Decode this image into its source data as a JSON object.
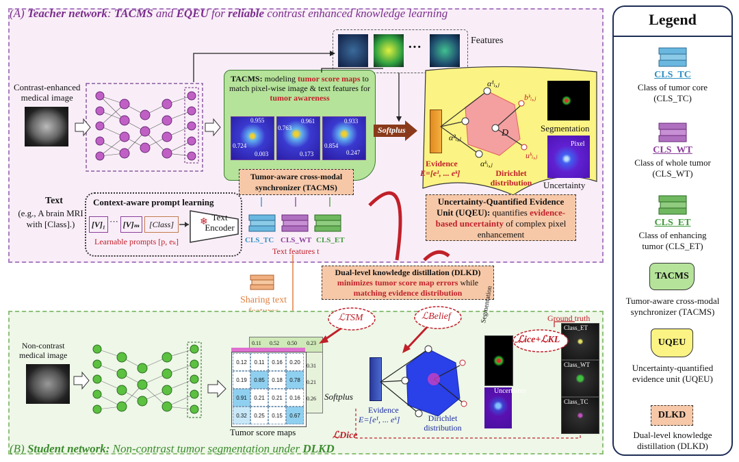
{
  "panel_a": {
    "title_prefix": "(A) ",
    "title_bold1": "Teacher network",
    "title_mid1": ": ",
    "title_bold2": "TACMS",
    "title_mid2": " and ",
    "title_bold3": "EQEU",
    "title_mid3": " for ",
    "title_bold4": "reliable",
    "title_end": " contrast enhanced knowledge learning",
    "input_label": "Contrast-enhanced\nmedical image",
    "features_label": "Features",
    "tacms_desc_b": "TACMS:",
    "tacms_desc_1": " modeling ",
    "tacms_desc_r1": "tumor score maps",
    "tacms_desc_2": " to match pixel-wise image & text features for ",
    "tacms_desc_r2": "tumor awareness",
    "score_values": [
      "0.955",
      "0.724",
      "0.003",
      "0.763",
      "0.961",
      "0.173",
      "0.933",
      "0.854",
      "0.247"
    ],
    "tacms_box": "Tumor-aware cross-modal synchronizer (TACMS)",
    "softplus": "Softplus",
    "evidence_label": "Evidence",
    "evidence_formula": "E=[e¹, ... eᵏ]",
    "dirichlet_label": "Dirichlet distribution",
    "segmentation_label": "Segmentation",
    "uncertainty_label": "Uncertainty",
    "pixel_label": "Pixel",
    "uqeu_title": "Uncertainty-Quantified Evidence Unit (UQEU):",
    "uqeu_desc1": " quantifies ",
    "uqeu_red": "evidence-based uncertainty",
    "uqeu_desc2": " of complex pixel enhancement",
    "text_title": "Text",
    "text_example": "(e.g., A brain MRI with [Class].)",
    "prompt_title": "Context-aware prompt learning",
    "prompt_v1": "[V]₁",
    "prompt_dots": "···",
    "prompt_vm": "[V]ₘ",
    "prompt_class": "[Class]",
    "prompt_caption": "Learnable prompts [p, eₖ]",
    "text_encoder": "Text Encoder",
    "cls_tc": "CLS_TC",
    "cls_wt": "CLS_WT",
    "cls_et": "CLS_ET",
    "text_features": "Text features t"
  },
  "middle": {
    "dlkd_title": "Dual-level knowledge distillation (DLKD)",
    "dlkd_red1": "minimizes tumor score map errors",
    "dlkd_mid": " while ",
    "dlkd_red2": "matching evidence distribution",
    "sharing": "Sharing text features",
    "loss_tsm": "ℒTSM",
    "loss_belief": "ℒBelief"
  },
  "panel_b": {
    "title_prefix": "(B) ",
    "title_bold": "Student network:",
    "title_mid": " Non-contrast tumor segmentation under ",
    "title_end": "DLKD",
    "input_label": "Non-contrast\nmedical image",
    "score_maps_label": "Tumor score maps",
    "grid_top": [
      "0.11",
      "0.52",
      "0.50",
      "0.23"
    ],
    "grid_side": [
      "0.31",
      "0.21",
      "0.26"
    ],
    "grid_rows": [
      [
        "0.12",
        "0.11",
        "0.16",
        "0.20"
      ],
      [
        "0.19",
        "0.85",
        "0.18",
        "0.78"
      ],
      [
        "0.91",
        "0.21",
        "0.21",
        "0.16"
      ],
      [
        "0.32",
        "0.25",
        "0.15",
        "0.67"
      ]
    ],
    "softplus": "Softplus",
    "evidence_label": "Evidence",
    "evidence_formula": "E=[e¹, ... eᵏ]",
    "dirichlet_label": "Dirichlet distribution",
    "segmentation_label": "Segmentation",
    "uncertainty_label": "Uncertainty",
    "ground_truth": "Ground truth",
    "gt_et": "Class_ET",
    "gt_wt": "Class_WT",
    "gt_tc": "Class_TC",
    "loss_dice": "ℒDice",
    "loss_ice_kl": "ℒice+ℒKL"
  },
  "legend": {
    "title": "Legend",
    "tc_name": "CLS_TC",
    "tc_desc": "Class of tumor core (CLS_TC)",
    "wt_name": "CLS_WT",
    "wt_desc": "Class of whole tumor (CLS_WT)",
    "et_name": "CLS_ET",
    "et_desc": "Class of enhancing tumor (CLS_ET)",
    "tacms_tag": "TACMS",
    "tacms_desc": "Tumor-aware cross-modal synchronizer (TACMS)",
    "uqeu_tag": "UQEU",
    "uqeu_desc": "Uncertainty-quantified evidence unit (UQEU)",
    "dlkd_tag": "DLKD",
    "dlkd_desc": "Dual-level knowledge distillation (DLKD)"
  },
  "colors": {
    "teacher": "#7a2d8c",
    "student": "#3b8a2e",
    "tc": "#2f8fc4",
    "wt": "#8a3d9a",
    "et": "#3f9b3a",
    "highlight_red": "#c0202a",
    "uqeu_fill": "#fbf383"
  }
}
